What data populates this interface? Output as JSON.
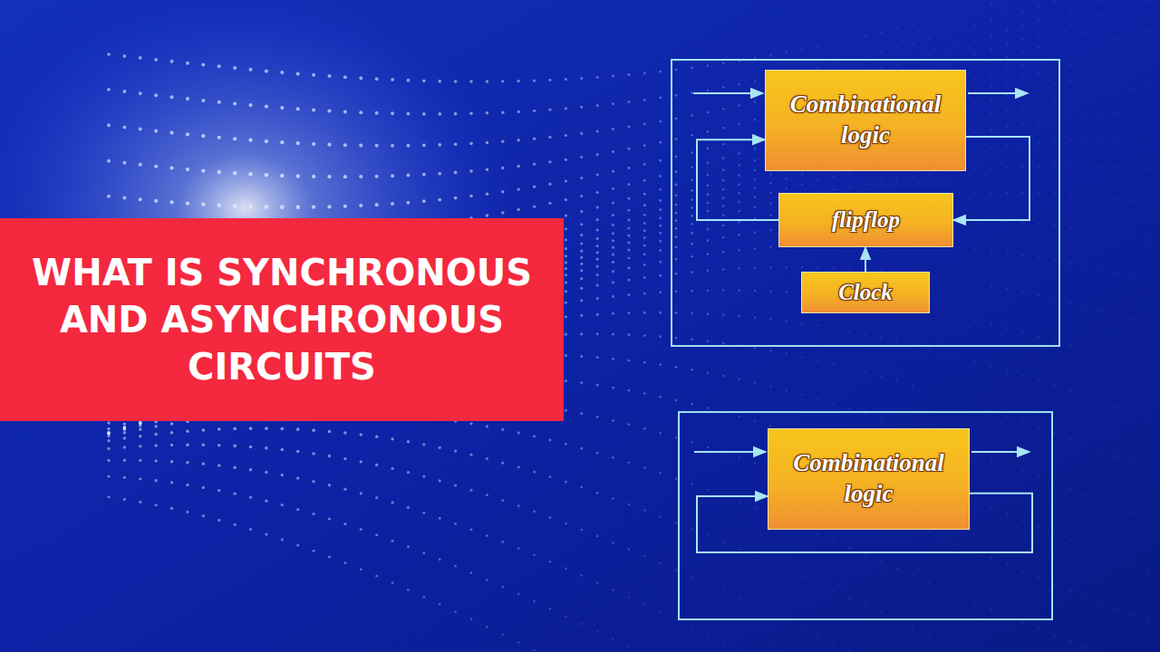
{
  "diagram": {
    "title": "WHAT IS SYNCHRONOUS AND ASYNCHRONOUS CIRCUITS",
    "nodes": [
      {
        "text": [
          "Combinational logic"
        ]
      },
      {
        "text": [
          "flipflop"
        ]
      },
      {
        "text": [
          "Clock"
        ]
      },
      {
        "text": [
          "Combinational logic"
        ]
      }
    ],
    "edges": [
      {
        "from": 0,
        "to": 1,
        "arrow": "to"
      },
      {
        "from": 1,
        "to": 0,
        "arrow": "to"
      },
      {
        "from": 2,
        "to": 1,
        "arrow": "to"
      },
      {
        "from": 3,
        "to": 3,
        "arrow": "to"
      }
    ]
  }
}
